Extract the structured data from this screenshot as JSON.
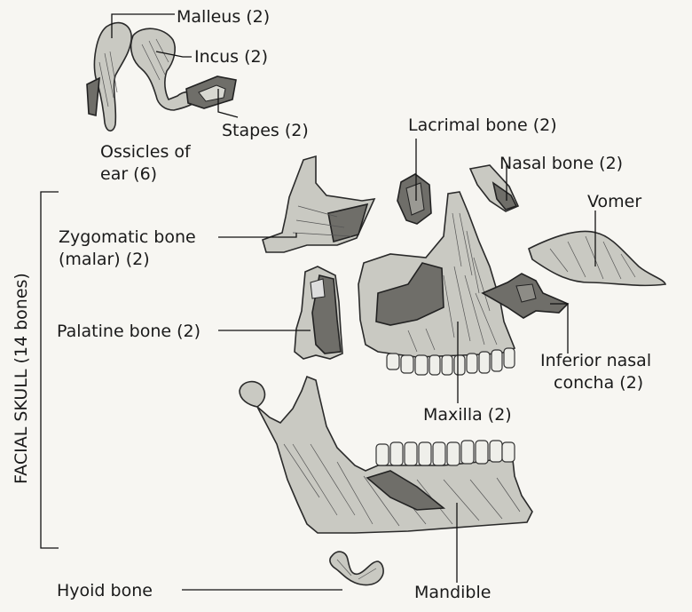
{
  "labels": {
    "malleus": "Malleus (2)",
    "incus": "Incus (2)",
    "stapes": "Stapes (2)",
    "ossicles_line1": "Ossicles of",
    "ossicles_line2": "ear (6)",
    "lacrimal": "Lacrimal bone (2)",
    "nasal": "Nasal bone (2)",
    "vomer": "Vomer",
    "zygomatic_line1": "Zygomatic bone",
    "zygomatic_line2": "(malar) (2)",
    "palatine": "Palatine bone (2)",
    "inferior_line1": "Inferior nasal",
    "inferior_line2": "concha (2)",
    "maxilla": "Maxilla (2)",
    "mandible": "Mandible",
    "hyoid": "Hyoid bone",
    "facial_skull": "FACIAL SKULL (14 bones)"
  },
  "colors": {
    "background": "#f7f6f2",
    "bone_light": "#c9c9c2",
    "bone_dark": "#6f6e69"
  }
}
